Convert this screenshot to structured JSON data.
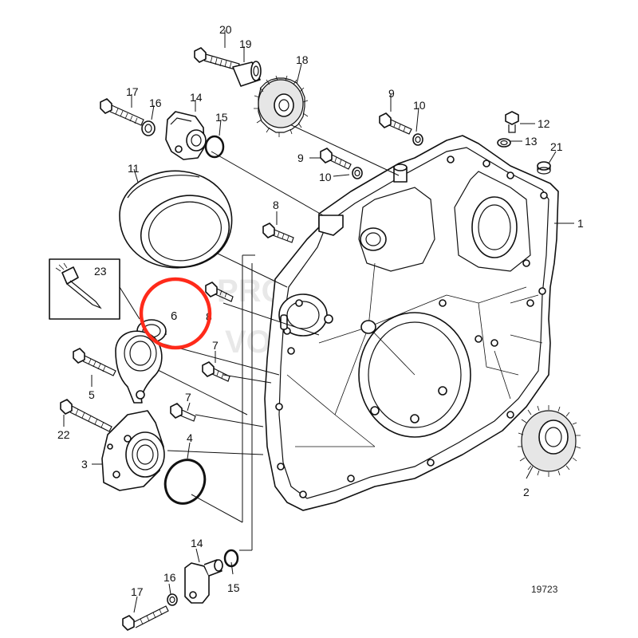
{
  "diagram": {
    "figure_number": "19723",
    "watermark_lines": [
      "PROPERTY OF",
      "VOLVO PENTA"
    ],
    "highlight": {
      "label": "6",
      "color": "#ff2a1a"
    },
    "callouts": [
      {
        "key": "c20",
        "label": "20"
      },
      {
        "key": "c19",
        "label": "19"
      },
      {
        "key": "c18",
        "label": "18"
      },
      {
        "key": "c17a",
        "label": "17"
      },
      {
        "key": "c16a",
        "label": "16"
      },
      {
        "key": "c14a",
        "label": "14"
      },
      {
        "key": "c15a",
        "label": "15"
      },
      {
        "key": "c9a",
        "label": "9"
      },
      {
        "key": "c10a",
        "label": "10"
      },
      {
        "key": "c12",
        "label": "12"
      },
      {
        "key": "c13",
        "label": "13"
      },
      {
        "key": "c21",
        "label": "21"
      },
      {
        "key": "c9b",
        "label": "9"
      },
      {
        "key": "c10b",
        "label": "10"
      },
      {
        "key": "c11",
        "label": "11"
      },
      {
        "key": "c1",
        "label": "1"
      },
      {
        "key": "c8",
        "label": "8"
      },
      {
        "key": "c23",
        "label": "23"
      },
      {
        "key": "c8b",
        "label": "8"
      },
      {
        "key": "c7a",
        "label": "7"
      },
      {
        "key": "c5",
        "label": "5"
      },
      {
        "key": "c7b",
        "label": "7"
      },
      {
        "key": "c22",
        "label": "22"
      },
      {
        "key": "c4",
        "label": "4"
      },
      {
        "key": "c3",
        "label": "3"
      },
      {
        "key": "c2",
        "label": "2"
      },
      {
        "key": "c14b",
        "label": "14"
      },
      {
        "key": "c16b",
        "label": "16"
      },
      {
        "key": "c15b",
        "label": "15"
      },
      {
        "key": "c17b",
        "label": "17"
      }
    ]
  }
}
